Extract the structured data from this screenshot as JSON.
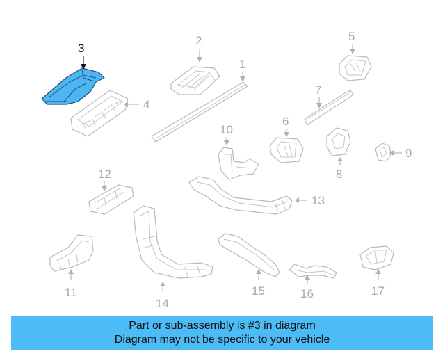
{
  "highlighted_part": "3",
  "colors": {
    "highlight_fill": "#4db6f2",
    "highlight_stroke": "#1d4f7a",
    "part_stroke": "#b9b9b9",
    "callout_inactive": "#a9a9a9",
    "callout_active": "#111111",
    "banner_bg": "#4dbcf6"
  },
  "callouts": {
    "c1": "1",
    "c2": "2",
    "c3": "3",
    "c4": "4",
    "c5": "5",
    "c6": "6",
    "c7": "7",
    "c8": "8",
    "c9": "9",
    "c10": "10",
    "c11": "11",
    "c12": "12",
    "c13": "13",
    "c14": "14",
    "c15": "15",
    "c16": "16",
    "c17": "17"
  },
  "banner": {
    "line1": "Part or sub-assembly is #3 in diagram",
    "line2": "Diagram may not be specific to your vehicle"
  }
}
